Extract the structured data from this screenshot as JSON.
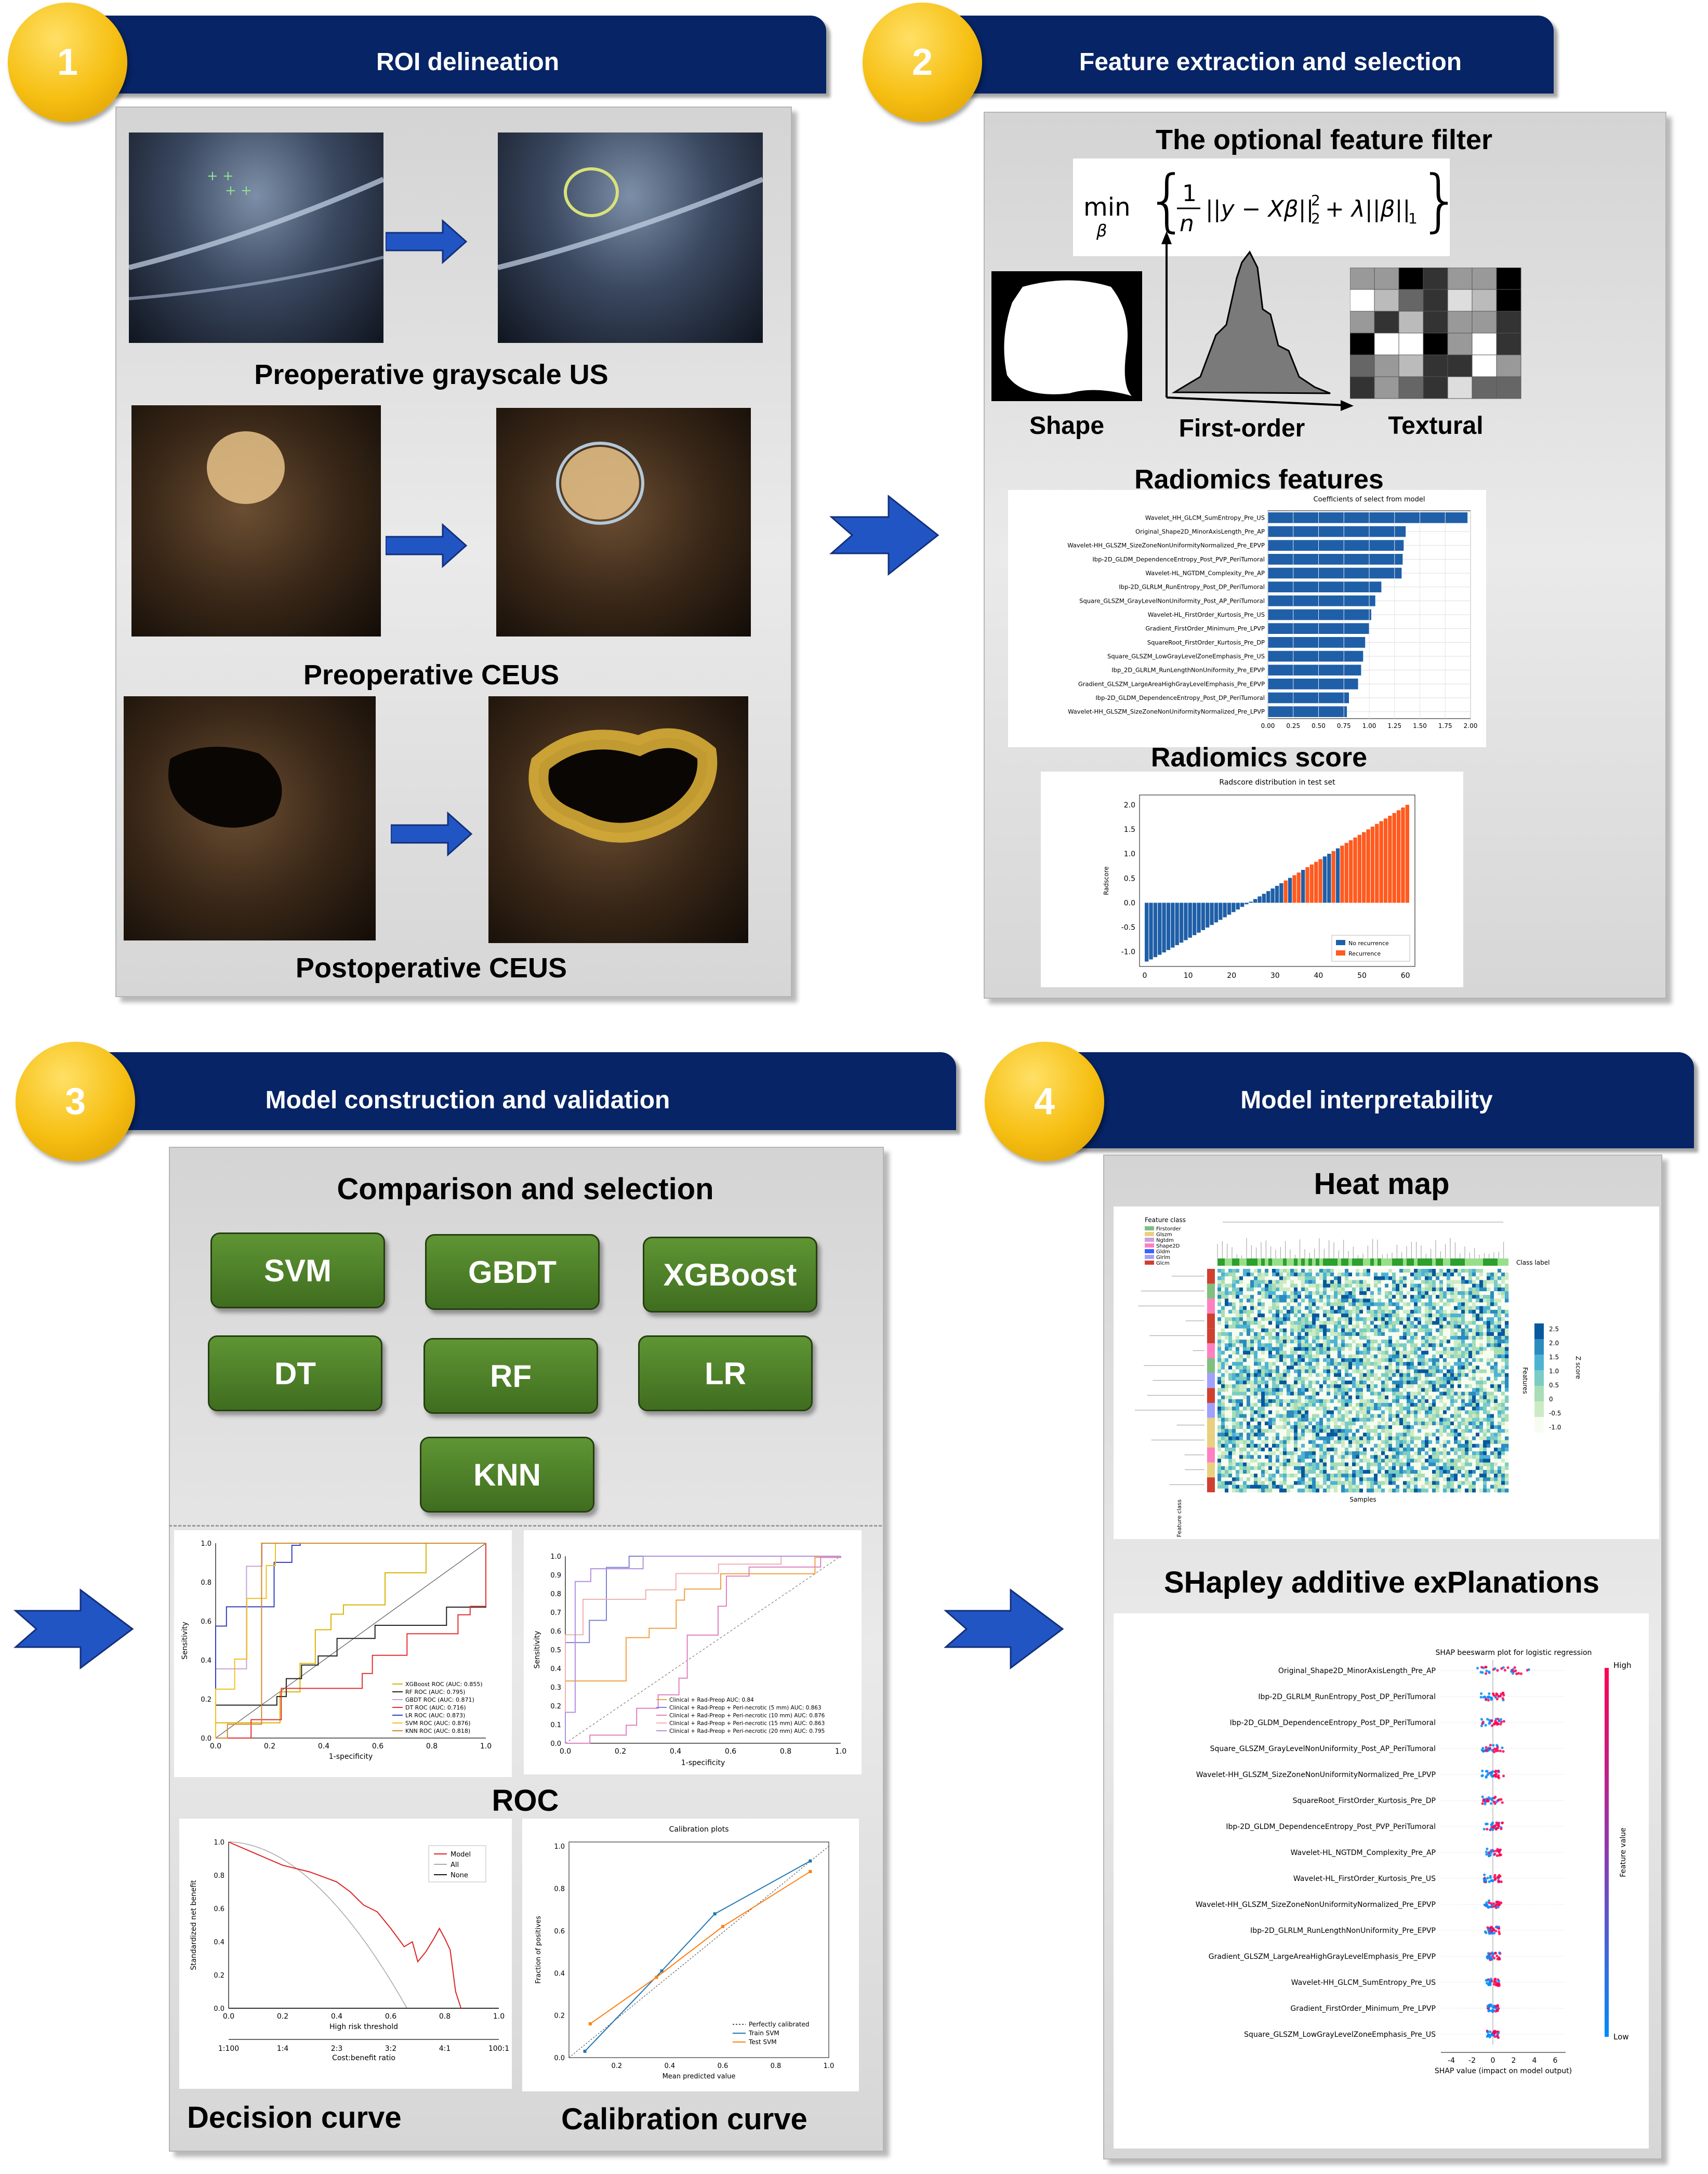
{
  "steps": [
    {
      "number": "1",
      "title": "ROI delineation"
    },
    {
      "number": "2",
      "title": "Feature extraction and selection"
    },
    {
      "number": "3",
      "title": "Model construction and validation"
    },
    {
      "number": "4",
      "title": "Model interpretability"
    }
  ],
  "panel1": {
    "grayscale_label": "Preoperative grayscale US",
    "ceus_label": "Preoperative CEUS",
    "post_label": "Postoperative CEUS"
  },
  "panel2": {
    "filter_title": "The optional feature filter",
    "shape_label": "Shape",
    "first_order_label": "First-order",
    "textural_label": "Textural",
    "radiomics_features_label": "Radiomics features",
    "radiomics_score_label": "Radiomics score"
  },
  "panel3": {
    "comparison_title": "Comparison and selection",
    "models": [
      "SVM",
      "GBDT",
      "XGBoost",
      "DT",
      "RF",
      "LR",
      "KNN"
    ],
    "roc_label": "ROC",
    "decision_label": "Decision curve",
    "calibration_label": "Calibration curve"
  },
  "panel4": {
    "heatmap_title": "Heat map",
    "shap_title": "SHapley additive exPlanations"
  },
  "colors": {
    "banner": "#062466",
    "badge": "#f6bf12",
    "blue": "#1f5fa8",
    "orange": "#ff5a1f",
    "button": "#4c7f27"
  },
  "chart_data": [
    {
      "type": "bar",
      "title": "Coefficients of select from model",
      "orientation": "horizontal",
      "categories": [
        "Wavelet_HH_GLCM_SumEntropy_Pre_US",
        "Original_Shape2D_MinorAxisLength_Pre_AP",
        "Wavelet-HH_GLSZM_SizeZoneNonUniformityNormalized_Pre_EPVP",
        "Ibp-2D_GLDM_DependenceEntropy_Post_PVP_PeriTumoral",
        "Wavelet-HL_NGTDM_Complexity_Pre_AP",
        "Ibp-2D_GLRLM_RunEntropy_Post_DP_PeriTumoral",
        "Square_GLSZM_GrayLevelNonUniformity_Post_AP_PeriTumoral",
        "Wavelet-HL_FirstOrder_Kurtosis_Pre_US",
        "Gradient_FirstOrder_Minimum_Pre_LPVP",
        "SquareRoot_FirstOrder_Kurtosis_Pre_DP",
        "Square_GLSZM_LowGrayLevelZoneEmphasis_Pre_US",
        "Ibp_2D_GLRLM_RunLengthNonUniformity_Pre_EPVP",
        "Gradient_GLSZM_LargeAreaHighGrayLevelEmphasis_Pre_EPVP",
        "Ibp-2D_GLDM_DependenceEntropy_Post_DP_PeriTumoral",
        "Wavelet-HH_GLSZM_SizeZoneNonUniformityNormalized_Pre_LPVP"
      ],
      "values": [
        1.97,
        1.36,
        1.34,
        1.33,
        1.32,
        1.12,
        1.06,
        1.02,
        1.0,
        0.96,
        0.94,
        0.92,
        0.89,
        0.8,
        0.78
      ],
      "xticks": [
        "0.00",
        "0.25",
        "0.50",
        "0.75",
        "1.00",
        "1.25",
        "1.50",
        "1.75",
        "2.00"
      ],
      "xlim": [
        0,
        2.0
      ]
    },
    {
      "type": "bar",
      "title": "Radscore distribution in test set",
      "ylabel": "Radscore",
      "ylim": [
        -1.3,
        2.2
      ],
      "yticks": [
        "2.0",
        "1.5",
        "1.0",
        "0.5",
        "0.0",
        "-0.5",
        "-1.0"
      ],
      "xticks": [
        "0",
        "10",
        "20",
        "30",
        "40",
        "50",
        "60"
      ],
      "legend": [
        "No recurrence",
        "Recurrence"
      ],
      "legend_position": "lower-right",
      "n_bars": 61,
      "value_range": [
        -1.2,
        2.0
      ]
    },
    {
      "type": "line",
      "xlabel": "1-specificity",
      "ylabel": "Sensitivity",
      "xticks": [
        "0.0",
        "0.2",
        "0.4",
        "0.6",
        "0.8",
        "1.0"
      ],
      "yticks": [
        "0.0",
        "0.2",
        "0.4",
        "0.6",
        "0.8",
        "1.0"
      ],
      "series": [
        {
          "name": "XGBoost ROC (AUC: 0.855)",
          "color": "#d9b400"
        },
        {
          "name": "RF ROC (AUC: 0.795)",
          "color": "#222222"
        },
        {
          "name": "GBDT ROC (AUC: 0.871)",
          "color": "#c8a0d8"
        },
        {
          "name": "DT ROC (AUC: 0.716)",
          "color": "#e03030"
        },
        {
          "name": "LR ROC (AUC: 0.873)",
          "color": "#3040c0"
        },
        {
          "name": "SVM ROC (AUC: 0.876)",
          "color": "#f0c020"
        },
        {
          "name": "KNN ROC (AUC: 0.818)",
          "color": "#d08a30"
        }
      ]
    },
    {
      "type": "line",
      "xlabel": "1-specificity",
      "ylabel": "Sensitivity",
      "xticks": [
        "0.0",
        "0.2",
        "0.4",
        "0.6",
        "0.8",
        "1.0"
      ],
      "yticks": [
        "0.0",
        "0.1",
        "0.2",
        "0.3",
        "0.4",
        "0.5",
        "0.6",
        "0.7",
        "0.8",
        "0.9",
        "1.0"
      ],
      "series": [
        {
          "name": "Clinical + Rad-Preop AUC: 0.84",
          "color": "#f0a040"
        },
        {
          "name": "Clinical + Rad-Preop + Peri-necrotic (5 mm) AUC: 0.863",
          "color": "#8080d0"
        },
        {
          "name": "Clinical + Rad-Preop + Peri-necrotic (10 mm) AUC: 0.876",
          "color": "#e080c0"
        },
        {
          "name": "Clinical + Rad-Preop + Peri-necrotic (15 mm) AUC: 0.863",
          "color": "#f0b0b0"
        },
        {
          "name": "Clinical + Rad-Preop + Peri-necrotic (20 mm) AUC: 0.795",
          "color": "#b090e0"
        }
      ]
    },
    {
      "type": "line",
      "xlabel": "High risk threshold",
      "ylabel": "Standardized net benefit",
      "xticks": [
        "0.0",
        "0.2",
        "0.4",
        "0.6",
        "0.8",
        "1.0"
      ],
      "yticks": [
        "0.0",
        "0.2",
        "0.4",
        "0.6",
        "0.8",
        "1.0"
      ],
      "second_axis_label": "Cost:benefit ratio",
      "second_axis_ticks": [
        "1:100",
        "1:4",
        "2:3",
        "3:2",
        "4:1",
        "100:1"
      ],
      "legend": [
        "Model",
        "All",
        "None"
      ],
      "legend_position": "top-right"
    },
    {
      "type": "line",
      "title": "Calibration plots",
      "xlabel": "Mean predicted value",
      "ylabel": "Fraction of positives",
      "xticks": [
        "0.2",
        "0.4",
        "0.6",
        "0.8",
        "1.0"
      ],
      "yticks": [
        "0.0",
        "0.2",
        "0.4",
        "0.6",
        "0.8",
        "1.0"
      ],
      "legend": [
        "Perfectly calibrated",
        "Train SVM",
        "Test SVM"
      ],
      "legend_position": "lower-right",
      "series": [
        {
          "name": "Train SVM",
          "x": [
            0.08,
            0.37,
            0.57,
            0.93
          ],
          "y": [
            0.03,
            0.41,
            0.68,
            0.93
          ]
        },
        {
          "name": "Test SVM",
          "x": [
            0.1,
            0.35,
            0.6,
            0.93
          ],
          "y": [
            0.16,
            0.38,
            0.62,
            0.88
          ]
        }
      ]
    },
    {
      "type": "heatmap",
      "legend_title": "Feature class",
      "legend": [
        "Firstorder",
        "Glszm",
        "Ngtdm",
        "Shape2D",
        "Gldm",
        "Glrlm",
        "Glcm"
      ],
      "xlabel": "Samples",
      "ylabel": "Features",
      "colorbar_label": "Z score",
      "colorbar_ticks": [
        "2.5",
        "2.0",
        "1.5",
        "1.0",
        "0.5",
        "0",
        "-0.5",
        "-1.0"
      ],
      "class_label": "Class label",
      "side_label": "Feature class"
    },
    {
      "type": "scatter",
      "title": "SHAP beeswarm plot for logistic regression",
      "xlabel": "SHAP value (impact on model output)",
      "xticks": [
        "-4",
        "-2",
        "0",
        "2",
        "4",
        "6"
      ],
      "colorbar_label": "Feature value",
      "colorbar_high": "High",
      "colorbar_low": "Low",
      "features": [
        "Original_Shape2D_MinorAxisLength_Pre_AP",
        "Ibp-2D_GLRLM_RunEntropy_Post_DP_PeriTumoral",
        "Ibp-2D_GLDM_DependenceEntropy_Post_DP_PeriTumoral",
        "Square_GLSZM_GrayLevelNonUniformity_Post_AP_PeriTumoral",
        "Wavelet-HH_GLSZM_SizeZoneNonUniformityNormalized_Pre_LPVP",
        "SquareRoot_FirstOrder_Kurtosis_Pre_DP",
        "Ibp-2D_GLDM_DependenceEntropy_Post_PVP_PeriTumoral",
        "Wavelet-HL_NGTDM_Complexity_Pre_AP",
        "Wavelet-HL_FirstOrder_Kurtosis_Pre_US",
        "Wavelet-HH_GLSZM_SizeZoneNonUniformityNormalized_Pre_EPVP",
        "Ibp-2D_GLRLM_RunLengthNonUniformity_Pre_EPVP",
        "Gradient_GLSZM_LargeAreaHighGrayLevelEmphasis_Pre_EPVP",
        "Wavelet-HH_GLCM_SumEntropy_Pre_US",
        "Gradient_FirstOrder_Minimum_Pre_LPVP",
        "Square_GLSZM_LowGrayLevelZoneEmphasis_Pre_US"
      ]
    }
  ]
}
